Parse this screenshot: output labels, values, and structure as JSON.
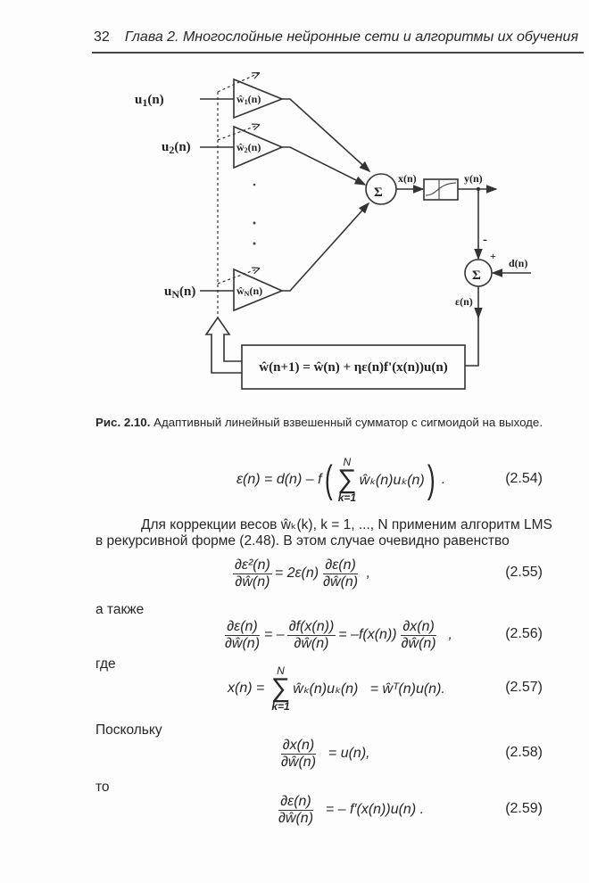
{
  "header": {
    "page_number": "32",
    "running_title": "Глава 2. Многослойные нейронные сети и алгоритмы их обучения"
  },
  "diagram": {
    "inputs": [
      {
        "base": "u",
        "sub": "1",
        "arg": "(n)"
      },
      {
        "base": "u",
        "sub": "2",
        "arg": "(n)"
      },
      {
        "base": "u",
        "sub": "N",
        "arg": "(n)"
      }
    ],
    "weights": [
      {
        "base": "ŵ",
        "sub": "1",
        "arg": "(n)"
      },
      {
        "base": "ŵ",
        "sub": "2",
        "arg": "(n)"
      },
      {
        "base": "ŵ",
        "sub": "N",
        "arg": "(n)"
      }
    ],
    "sum_symbol": "Σ",
    "x_label": "x(n)",
    "y_label": "y(n)",
    "d_label": "d(n)",
    "e_label": "ε(n)",
    "minus": "-",
    "plus": "+",
    "update_formula": "ŵ(n+1) = ŵ(n) + ηε(n)f'(x(n))u(n)"
  },
  "caption": {
    "label": "Рис. 2.10.",
    "text": " Адаптивный линейный взвешенный сумматор с сигмоидой на выходе."
  },
  "body": {
    "para1_line1": "Для коррекции весов ŵₖ(k), k = 1, ..., N применим алгоритм LMS",
    "para1_line2": "в рекурсивной форме (2.48). В этом случае очевидно равенство",
    "also": "а также",
    "where": "где",
    "since": "Поскольку",
    "then": "то"
  },
  "equations": [
    {
      "number": "(2.54)",
      "parts": [
        {
          "t": "ε(n) = d(n) – f"
        },
        {
          "p": "("
        },
        {
          "st": "N",
          "sb": "k=1"
        },
        {
          "t": "ŵₖ(n)uₖ(n)"
        },
        {
          "p": ")"
        },
        {
          "t": " ."
        }
      ]
    },
    {
      "number": "(2.55)",
      "parts": [
        {
          "n": "∂ε²(n)",
          "d": "∂ŵ(n)"
        },
        {
          "t": "= 2ε(n)"
        },
        {
          "n": "∂ε(n)",
          "d": "∂ŵ(n)"
        },
        {
          "t": " ,"
        }
      ]
    },
    {
      "number": "(2.56)",
      "parts": [
        {
          "n": "∂ε(n)",
          "d": "∂ŵ(n)"
        },
        {
          "t": "= –"
        },
        {
          "n": "∂f(x(n))",
          "d": "∂ŵ(n)"
        },
        {
          "t": "= –f(x(n))"
        },
        {
          "n": "∂x(n)",
          "d": "∂ŵ(n)"
        },
        {
          "t": "  ,"
        }
      ]
    },
    {
      "number": "(2.57)",
      "parts": [
        {
          "t": "x(n) = "
        },
        {
          "st": "N",
          "sb": "k=1"
        },
        {
          "t": "ŵₖ(n)uₖ(n)   = ŵᵀ(n)u(n)."
        }
      ]
    },
    {
      "number": "(2.58)",
      "parts": [
        {
          "n": "∂x(n)",
          "d": "∂ŵ(n)"
        },
        {
          "t": "  = u(n),"
        }
      ]
    },
    {
      "number": "(2.59)",
      "parts": [
        {
          "n": "∂ε(n)",
          "d": "∂ŵ(n)"
        },
        {
          "t": "  = – f′(x(n))u(n) ."
        }
      ]
    }
  ]
}
